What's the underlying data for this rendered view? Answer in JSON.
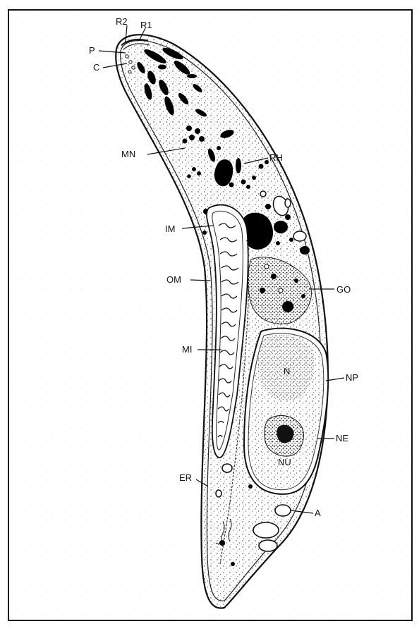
{
  "figure": {
    "labels": {
      "r2": "R2",
      "r1": "R1",
      "p": "P",
      "c": "C",
      "mn": "MN",
      "rh": "RH",
      "im": "IM",
      "om": "OM",
      "go": "GO",
      "mi": "MI",
      "n": "N",
      "np": "NP",
      "ne": "NE",
      "nu": "NU",
      "er": "ER",
      "a": "A"
    }
  }
}
